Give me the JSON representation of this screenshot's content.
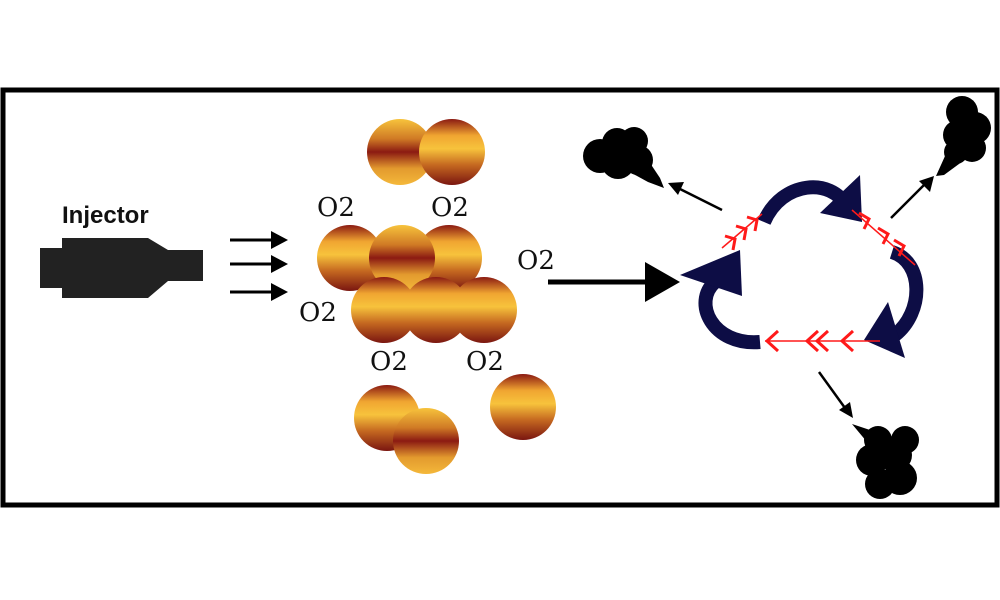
{
  "labels": {
    "injector": "Injector",
    "o2": [
      "O2",
      "O2",
      "O2",
      "O2",
      "O2",
      "O2"
    ]
  },
  "colors": {
    "background": "#ffffff",
    "frame": "#000000",
    "injector": "#222222",
    "arrow": "#000000",
    "droplet_light": "#f4b83a",
    "droplet_dark": "#8b1a12",
    "cycle": "#0d0d45",
    "chevron": "#ff1a1a",
    "soot": "#000000"
  },
  "icons": {
    "injector": "fuel-injector-icon",
    "droplet": "fuel-droplet-icon",
    "cycle": "circulation-cycle-icon",
    "chevron": "chevron-arrow-icon",
    "soot": "soot-cloud-icon"
  }
}
